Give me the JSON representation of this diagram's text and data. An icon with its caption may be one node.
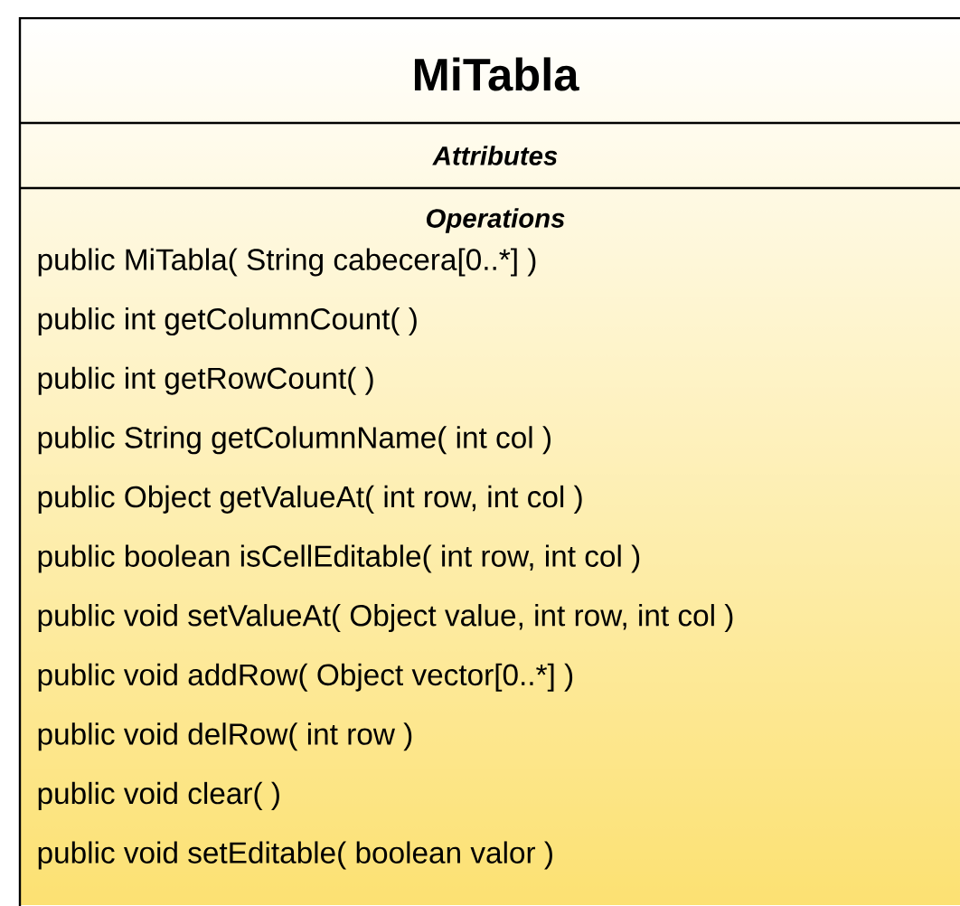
{
  "diagram": {
    "nodes": [
      {
        "text": [
          "MiTabla"
        ]
      },
      {
        "text": [
          "Attributes"
        ],
        "in": 0
      },
      {
        "text": [
          "Operations",
          "public MiTabla( String cabecera[0..*] )",
          "public int  getColumnCount(  )",
          "public int  getRowCount(  )",
          "public String  getColumnName( int col )",
          "public Object  getValueAt( int row, int col )",
          "public boolean  isCellEditable( int row, int col )",
          "public void  setValueAt( Object value, int row, int col )",
          "public void  addRow( Object vector[0..*] )",
          "public void  delRow( int row )",
          "public void  clear(  )",
          "public void  setEditable( boolean valor )"
        ],
        "in": 0
      }
    ]
  }
}
